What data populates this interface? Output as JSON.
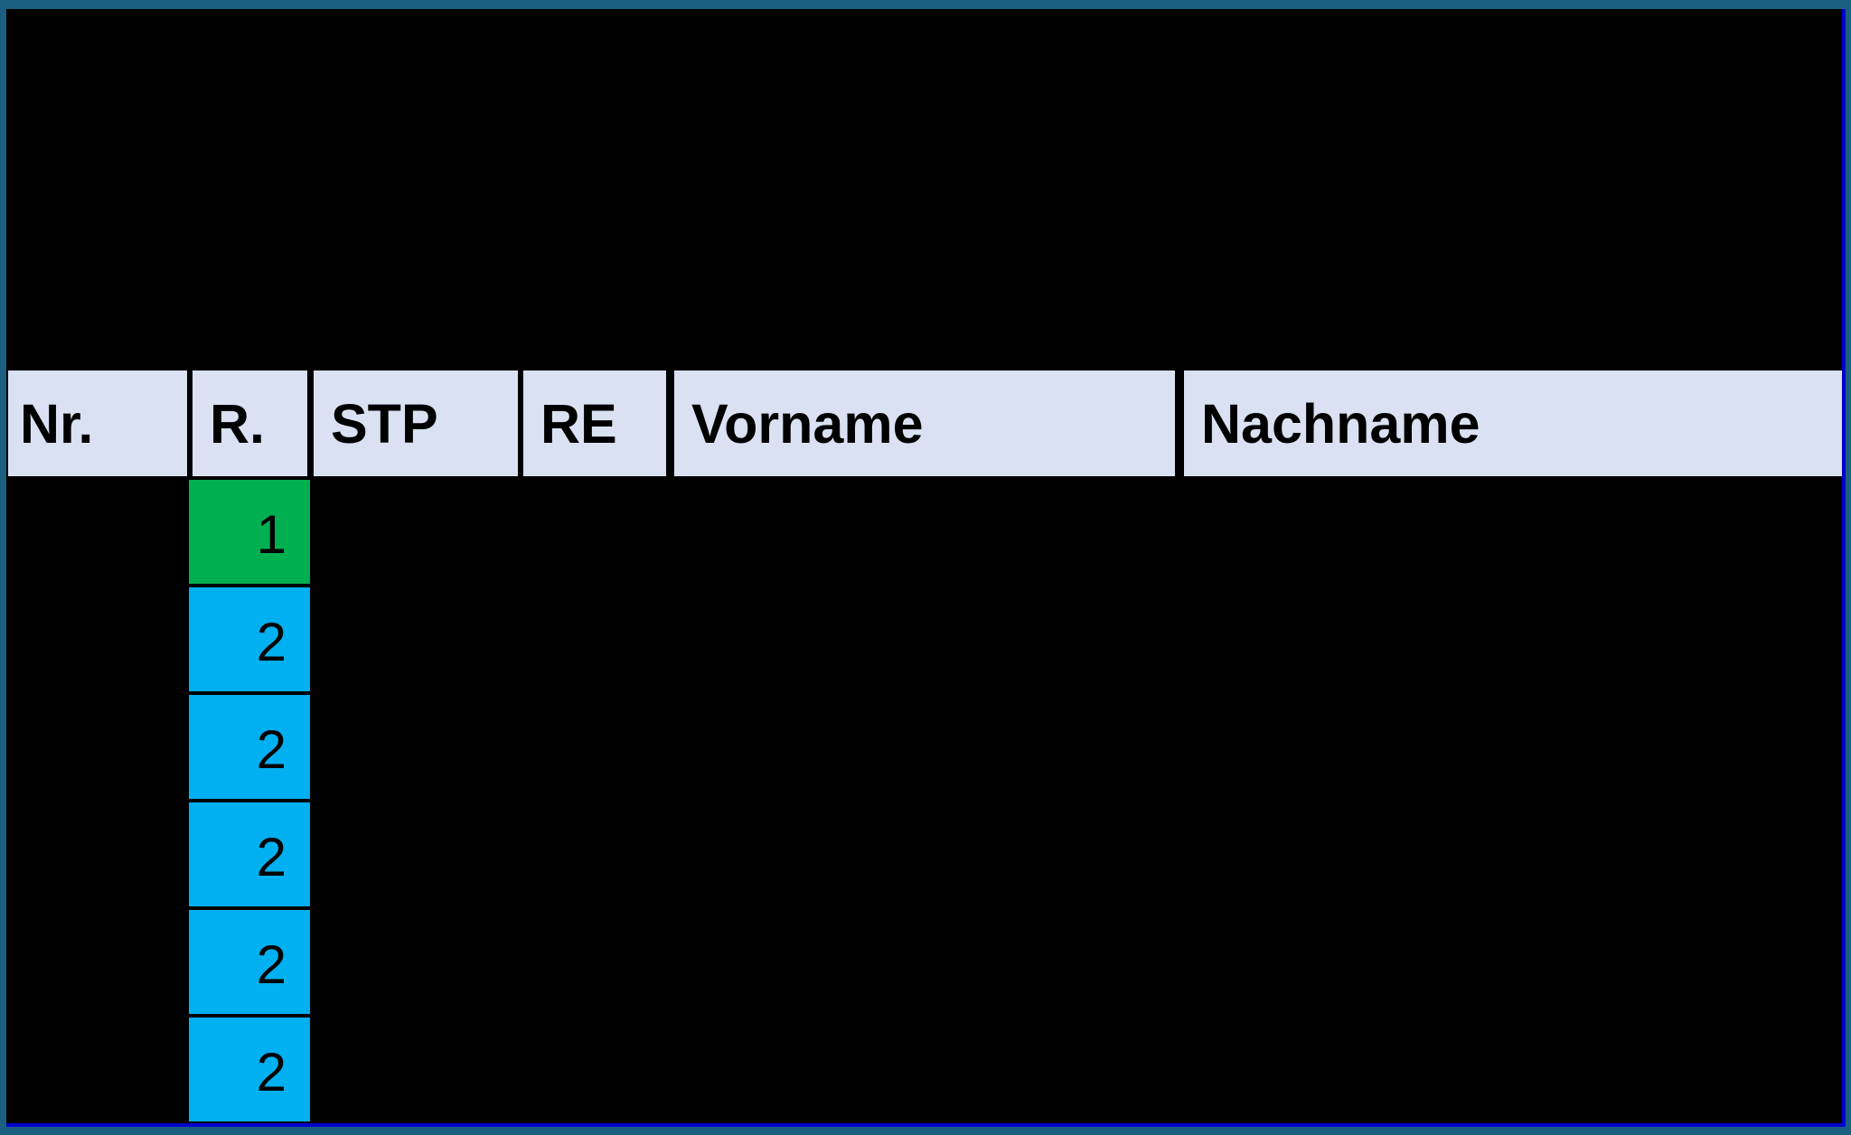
{
  "frame": {
    "border_color": "#1B6080",
    "accent_line_color": "#0000CD",
    "background_color": "#000000"
  },
  "table": {
    "header": {
      "background_color": "#D9E1F2",
      "text_color": "#000000",
      "columns": [
        "Nr.",
        "R.",
        "STP",
        "RE",
        "Vorname",
        "Nachname"
      ]
    },
    "rank_column": {
      "header_label": "R.",
      "cells": [
        {
          "value": "1",
          "background_color": "#00B050"
        },
        {
          "value": "2",
          "background_color": "#00B0F0"
        },
        {
          "value": "2",
          "background_color": "#00B0F0"
        },
        {
          "value": "2",
          "background_color": "#00B0F0"
        },
        {
          "value": "2",
          "background_color": "#00B0F0"
        },
        {
          "value": "2",
          "background_color": "#00B0F0"
        }
      ]
    }
  }
}
